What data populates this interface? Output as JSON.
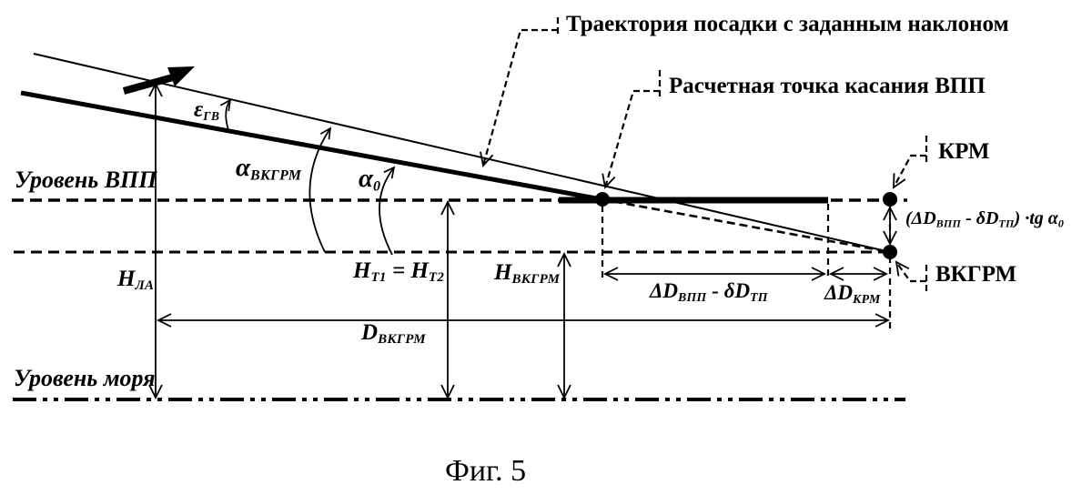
{
  "figure_caption": "Фиг. 5",
  "callouts": {
    "trajectory": "Траектория посадки с заданным наклоном",
    "touchdown_point": "Расчетная точка касания ВПП",
    "krm": "КРМ",
    "vkgrm": "ВКГРМ"
  },
  "levels": {
    "runway_level": "Уровень ВПП",
    "sea_level": "Уровень моря"
  },
  "angles": {
    "eps": {
      "base": "ε",
      "sub": "ГВ"
    },
    "alpha_vkgrm": {
      "base": "α",
      "sub": "ВКГРМ"
    },
    "alpha_0": {
      "base": "α",
      "sub": "0"
    }
  },
  "heights": {
    "h_la": {
      "p1": "H",
      "s1": "ЛА"
    },
    "h_t": {
      "p1": "H",
      "s1": "Т1",
      "eq": " = ",
      "p2": "H",
      "s2": "Т2"
    },
    "h_vkgrm": {
      "p1": "H",
      "s1": "ВКГРМ"
    }
  },
  "distances": {
    "d_vpp_tp": {
      "p1": "ΔD",
      "s1": "ВПП",
      "p2": " - δD",
      "s2": "ТП"
    },
    "d_krm": {
      "p1": "ΔD",
      "s1": "КРМ"
    },
    "d_vkgrm": {
      "p1": "D",
      "s1": "ВКГРМ"
    }
  },
  "formula": {
    "p1": "(ΔD",
    "s1": "ВПП",
    "p2": " - δD",
    "s2": "ТП",
    "p3": ") ·tg ",
    "p4": "α",
    "s3": "0"
  },
  "colors": {
    "ink": "#000000",
    "background": "#ffffff"
  }
}
